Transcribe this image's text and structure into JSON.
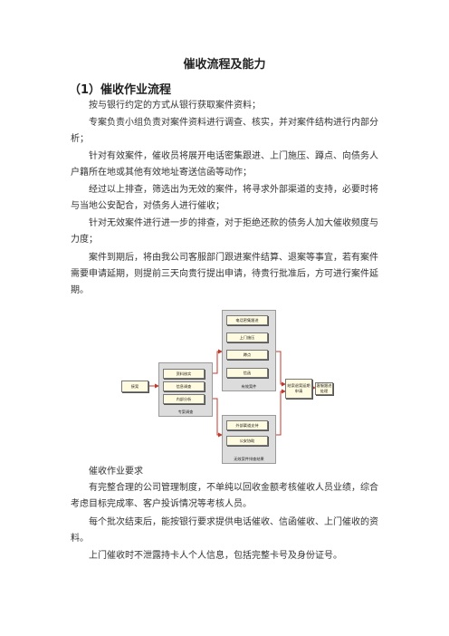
{
  "doc": {
    "title": "催收流程及能力",
    "section_heading": "（1）催收作业流程",
    "paragraphs": [
      "按与银行约定的方式从银行获取案件资料；",
      "专案负责小组负责对案件资料进行调查、核实，并对案件结构进行内部分析；",
      "针对有效案件，催收员将展开电话密集跟进、上门施压、蹲点、向债务人户籍所在地或其他有效地址寄送信函等动作；",
      "经过以上排查，筛选出为无效的案件，将寻求外部渠道的支持，必要时将与当地公安配合，对债务人进行催收；",
      "针对无效案件进行进一步的排查，对于拒绝还款的债务人加大催收频度与力度；",
      "案件到期后，将由我公司客服部门跟进案件结算、退案等事宜，若有案件需要申请延期，则提前三天向贵行提出申请，待贵行批准后，方可进行案件延期。"
    ],
    "after_paragraphs": [
      "催收作业要求",
      "有完整合理的公司管理制度，不单纯以回收金额考核催收人员业绩，综合考虑目标完成率、客户投诉情况等考核人员。",
      "每个批次结束后，能按银行要求提供电话催收、信函催收、上门催收的资料。",
      "上门催收时不泄露持卡人个人信息，包括完整卡号及身份证号。"
    ]
  },
  "flowchart": {
    "start": "接案",
    "group_left": {
      "label": "专案调查",
      "items": [
        "资料核实",
        "信息调查",
        "内部分析"
      ]
    },
    "group_top": {
      "label": "有效案件",
      "items": [
        "电话密集跟进",
        "上门施压",
        "蹲点",
        "信函"
      ]
    },
    "group_bottom": {
      "label": "无效案件排查结果",
      "items": [
        "外部渠道支持",
        "公安协助"
      ]
    },
    "result": "结案退案延期申请",
    "report": "客服跟进处理"
  }
}
